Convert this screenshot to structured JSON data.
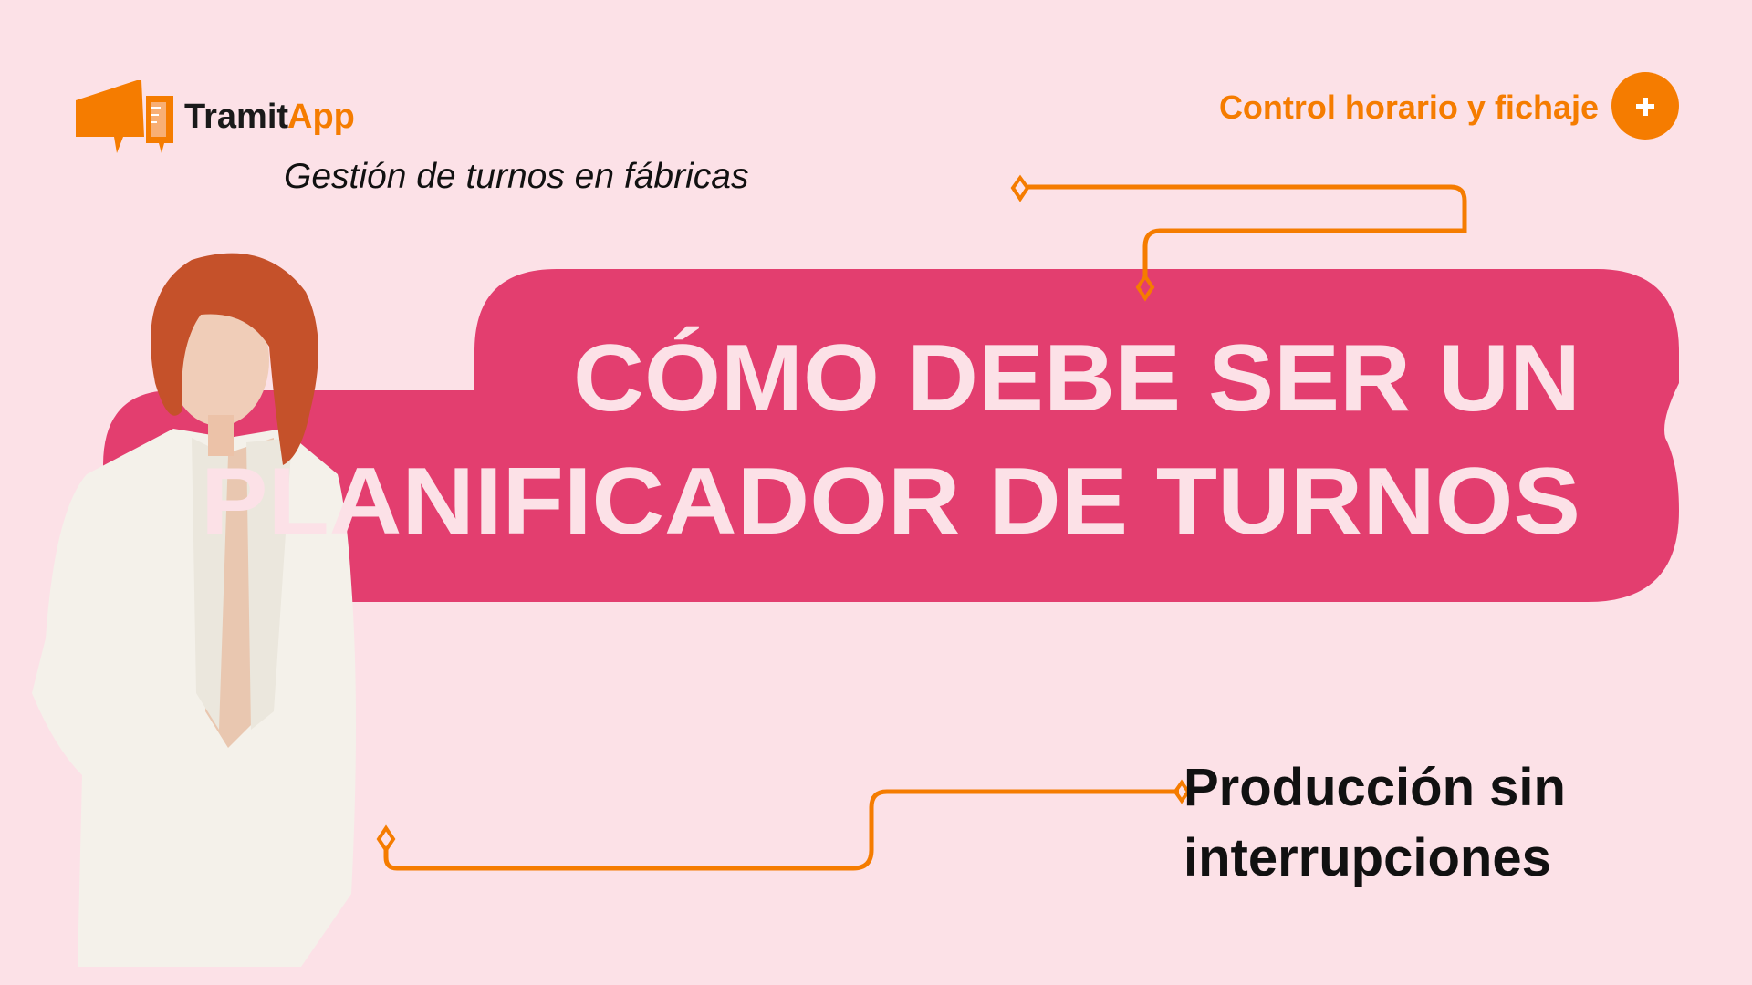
{
  "logo": {
    "name_part1": "Tramit",
    "name_part2": "App"
  },
  "subtitle": "Gestión de turnos en fábricas",
  "header_link": {
    "label": "Control horario y fichaje",
    "icon": "plus-icon"
  },
  "title": {
    "line1": "CÓMO DEBE SER UN",
    "line2": "PLANIFICADOR DE TURNOS"
  },
  "tagline": {
    "line1": "Producción sin",
    "line2": "interrupciones"
  },
  "colors": {
    "background": "#fce1e7",
    "banner": "#e33e6f",
    "accent": "#f57c00",
    "title_text": "#fce1e7",
    "text": "#111111"
  }
}
